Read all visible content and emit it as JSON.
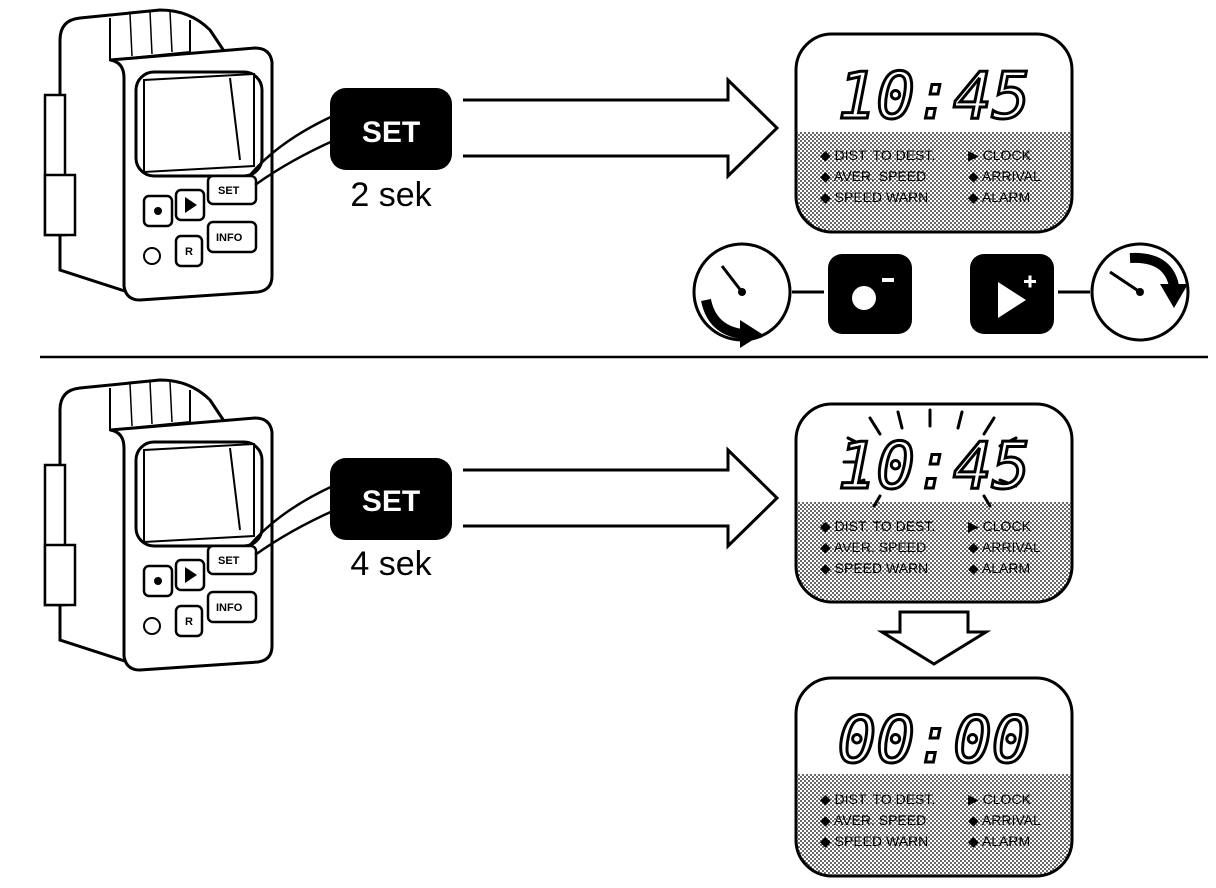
{
  "colors": {
    "ink": "#000000",
    "paper": "#ffffff",
    "shade": "#b8b8b8"
  },
  "device": {
    "set_label": "SET",
    "info_label": "INFO",
    "r_label": "R"
  },
  "section1": {
    "button_label": "SET",
    "duration": "2 sek",
    "display": {
      "time": "10:45",
      "menu": {
        "col1": [
          "DIST. TO DEST.",
          "AVER. SPEED",
          "SPEED WARN"
        ],
        "col2": [
          "CLOCK",
          "ARRIVAL",
          "ALARM"
        ],
        "selected": "CLOCK"
      }
    },
    "adjust": {
      "minus_button_icon": "dot-minus-icon",
      "plus_button_icon": "play-plus-icon",
      "left_dial_icon": "counterclockwise-dial-icon",
      "right_dial_icon": "clockwise-dial-icon"
    }
  },
  "section2": {
    "button_label": "SET",
    "duration": "4 sek",
    "display_blinking": {
      "time": "10:45",
      "menu": {
        "col1": [
          "DIST. TO DEST.",
          "AVER. SPEED",
          "SPEED WARN"
        ],
        "col2": [
          "CLOCK",
          "ARRIVAL",
          "ALARM"
        ],
        "selected": "CLOCK"
      }
    },
    "display_reset": {
      "time": "00:00",
      "menu": {
        "col1": [
          "DIST. TO DEST.",
          "AVER. SPEED",
          "SPEED WARN"
        ],
        "col2": [
          "CLOCK",
          "ARRIVAL",
          "ALARM"
        ],
        "selected": "CLOCK"
      }
    }
  }
}
